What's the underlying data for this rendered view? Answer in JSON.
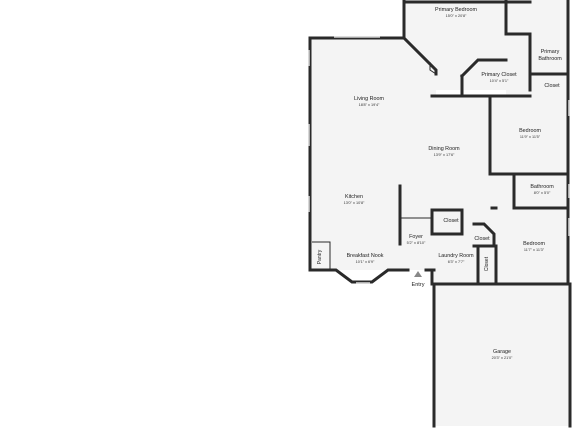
{
  "rooms": [
    {
      "name": "Primary Bedroom",
      "dims": "15'0\" x 20'8\""
    },
    {
      "name": "Primary Bathroom",
      "line1": "Primary",
      "line2": "Bathroom"
    },
    {
      "name": "Primary Closet",
      "dims": "10'4\" x 5'1\""
    },
    {
      "name": "Closet"
    },
    {
      "name": "Living Room",
      "dims": "18'8\" x 19'4\""
    },
    {
      "name": "Dining Room",
      "dims": "13'9\" x 17'6\""
    },
    {
      "name": "Bedroom",
      "dims": "11'9\" x 11'5\""
    },
    {
      "name": "Bathroom",
      "dims": "8'0\" x 5'0\""
    },
    {
      "name": "Kitchen",
      "dims": "13'0\" x 10'8\""
    },
    {
      "name": "Closet"
    },
    {
      "name": "Foyer",
      "dims": "5'2\" x 8'10\""
    },
    {
      "name": "Closet"
    },
    {
      "name": "Bedroom",
      "dims": "11'7\" x 11'3\""
    },
    {
      "name": "Breakfast Nook",
      "dims": "10'1\" x 6'9\""
    },
    {
      "name": "Laundry Room",
      "dims": "6'3\" x 7'7\""
    },
    {
      "name": "Closet"
    },
    {
      "name": "Pantry"
    },
    {
      "name": "Garage",
      "dims": "20'3\" x 21'0\""
    }
  ],
  "entry_label": "Entry"
}
